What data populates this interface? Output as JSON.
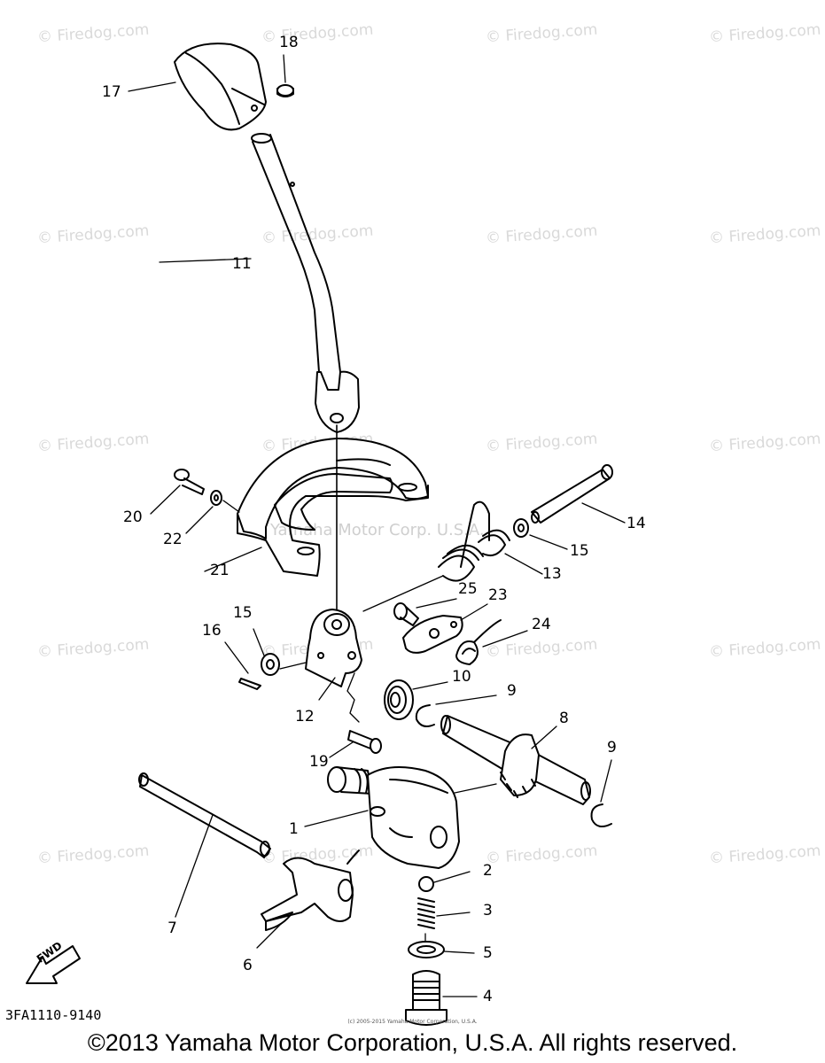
{
  "watermark": "© Firedog.com",
  "faint_watermark": "Yamaha Motor Corp. U.S.A.",
  "diagram_code": "3FA1110-9140",
  "fwd_label": "FWD",
  "small_copyright": "(c) 2005-2015 Yamaha Motor Corporation, U.S.A.",
  "copyright": "©2013 Yamaha Motor Corporation, U.S.A. All rights reserved.",
  "parts": [
    {
      "label": "17"
    },
    {
      "label": "18"
    },
    {
      "label": "11"
    },
    {
      "label": "14"
    },
    {
      "label": "20"
    },
    {
      "label": "22"
    },
    {
      "label": "15"
    },
    {
      "label": "21"
    },
    {
      "label": "13"
    },
    {
      "label": "25"
    },
    {
      "label": "23"
    },
    {
      "label": "15"
    },
    {
      "label": "24"
    },
    {
      "label": "16"
    },
    {
      "label": "10"
    },
    {
      "label": "9"
    },
    {
      "label": "12"
    },
    {
      "label": "8"
    },
    {
      "label": "19"
    },
    {
      "label": "9"
    },
    {
      "label": "1"
    },
    {
      "label": "7"
    },
    {
      "label": "2"
    },
    {
      "label": "3"
    },
    {
      "label": "5"
    },
    {
      "label": "6"
    },
    {
      "label": "4"
    }
  ]
}
